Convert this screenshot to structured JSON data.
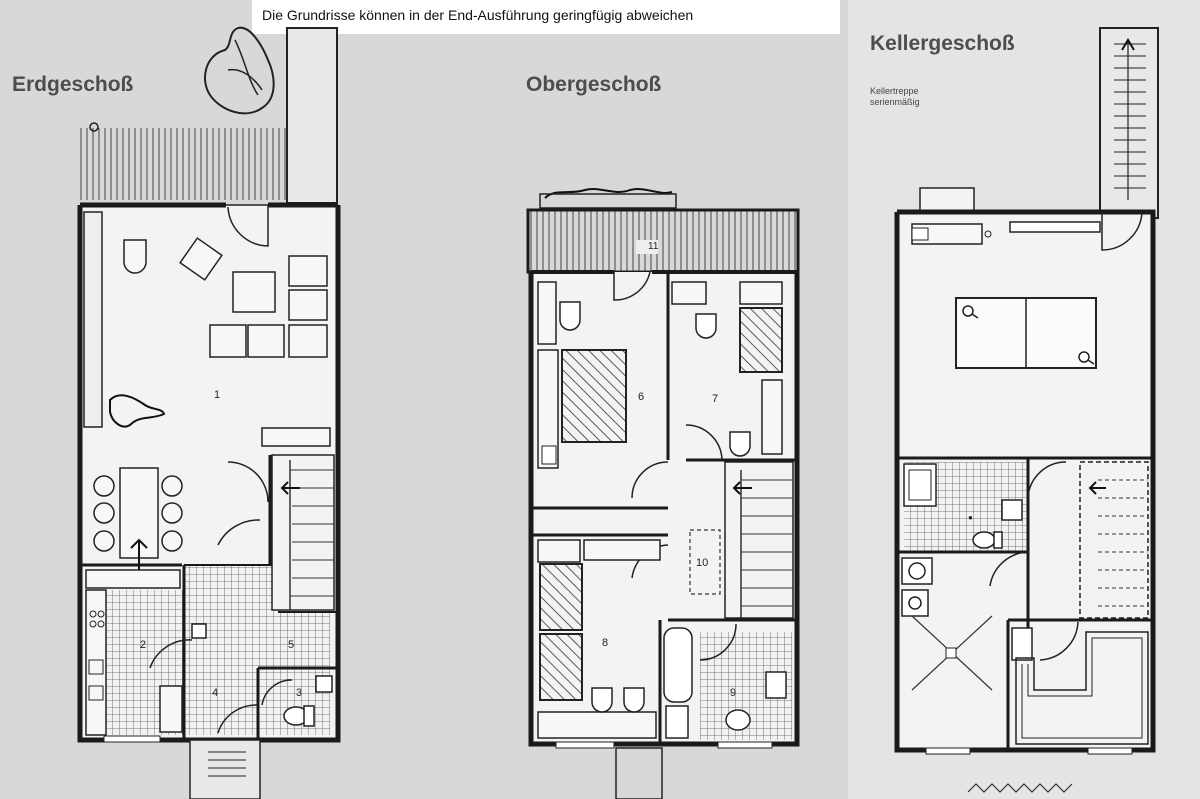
{
  "disclaimer": "Die Grundrisse können in der End-Ausführung geringfügig abweichen",
  "floors": {
    "erdgeschoss": {
      "title": "Erdgeschoß",
      "rooms": [
        "1",
        "2",
        "3",
        "4",
        "5"
      ]
    },
    "obergeschoss": {
      "title": "Obergeschoß",
      "rooms": [
        "6",
        "7",
        "8",
        "9",
        "10",
        "11"
      ]
    },
    "kellergeschoss": {
      "title": "Kellergeschoß",
      "note_line1": "Kellertreppe",
      "note_line2": "serienmäßig"
    }
  },
  "colors": {
    "paper": "#d8d8d8",
    "wall": "#1a1a1a",
    "line": "#333333"
  }
}
